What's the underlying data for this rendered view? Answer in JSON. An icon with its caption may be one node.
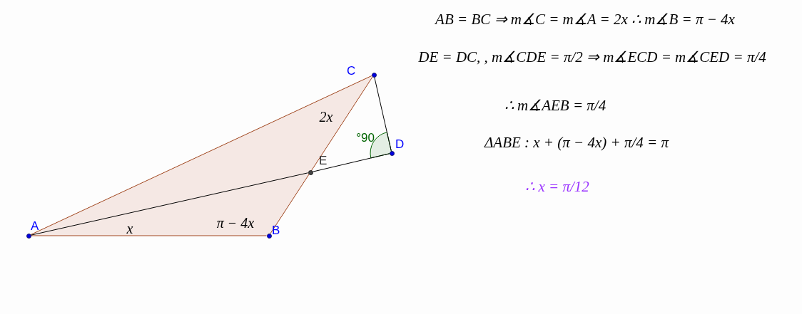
{
  "diagram": {
    "nodes": [
      {
        "text": [
          "A"
        ]
      },
      {
        "text": [
          "B"
        ]
      },
      {
        "text": [
          "C"
        ]
      },
      {
        "text": [
          "D"
        ]
      },
      {
        "text": [
          "E"
        ]
      }
    ],
    "edges": [
      {
        "from": 0,
        "to": 1,
        "arrow": "none",
        "color": "#a0461e"
      },
      {
        "from": 1,
        "to": 2,
        "arrow": "none",
        "color": "#a0461e"
      },
      {
        "from": 2,
        "to": 0,
        "arrow": "none",
        "color": "#a0461e"
      },
      {
        "from": 0,
        "to": 4,
        "arrow": "none",
        "color": "#000000"
      },
      {
        "from": 4,
        "to": 3,
        "arrow": "none",
        "color": "#000000"
      },
      {
        "from": 3,
        "to": 2,
        "arrow": "none",
        "color": "#000000"
      }
    ],
    "labels": [
      "AB = BC ⇒ m∡C = m∡A = 2x ∴ m∡B = π − 4x",
      "DE = DC, , m∡CDE = π/2 ⇒ m∡ECD = m∡CED = π/4",
      "2x",
      "°90",
      "∴ m∡AEB = π/4",
      "ΔABE : x + (π − 4x) + π/4 = π",
      "∴ x = π/12",
      "x",
      "π − 4x"
    ]
  }
}
